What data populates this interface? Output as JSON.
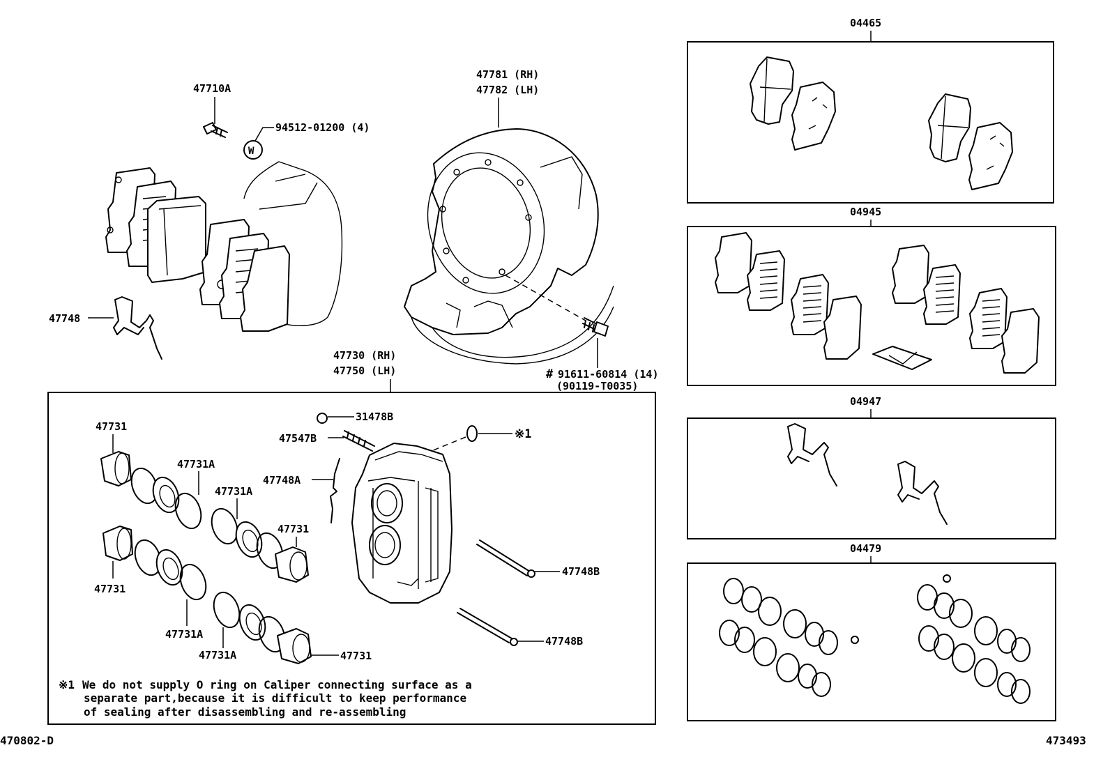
{
  "diagram_code": "470802-D",
  "figure_number": "473493",
  "labels": {
    "bolt_47710A": "47710A",
    "washer_94512": "94512-01200 (4)",
    "washer_symbol": "W",
    "dust_cover_rh": "47781 (RH)",
    "dust_cover_lh": "47782 (LH)",
    "spring_47748": "47748",
    "bolt_91611_mark": "#",
    "bolt_91611": "91611-60814 (14)",
    "bolt_90119": "(90119-T0035)",
    "caliper_rh": "47730 (RH)",
    "caliper_lh": "47750 (LH)",
    "cap_31478B": "31478B",
    "plug_47547B": "47547B",
    "oring_mark": "※1",
    "spring_47748A": "47748A",
    "pin_47748B_1": "47748B",
    "pin_47748B_2": "47748B",
    "piston_1": "47731",
    "piston_2": "47731",
    "piston_3": "47731",
    "piston_4": "47731",
    "seal_1": "47731A",
    "seal_2": "47731A",
    "seal_3": "47731A",
    "seal_4": "47731A"
  },
  "kits": [
    {
      "code": "04465"
    },
    {
      "code": "04945"
    },
    {
      "code": "04947"
    },
    {
      "code": "04479"
    }
  ],
  "note": {
    "mark": "※1",
    "line1": "We do not supply O ring on Caliper connecting surface as a",
    "line2": "separate part,because it is difficult to keep performance",
    "line3": "of sealing after disassembling and re-assembling"
  }
}
